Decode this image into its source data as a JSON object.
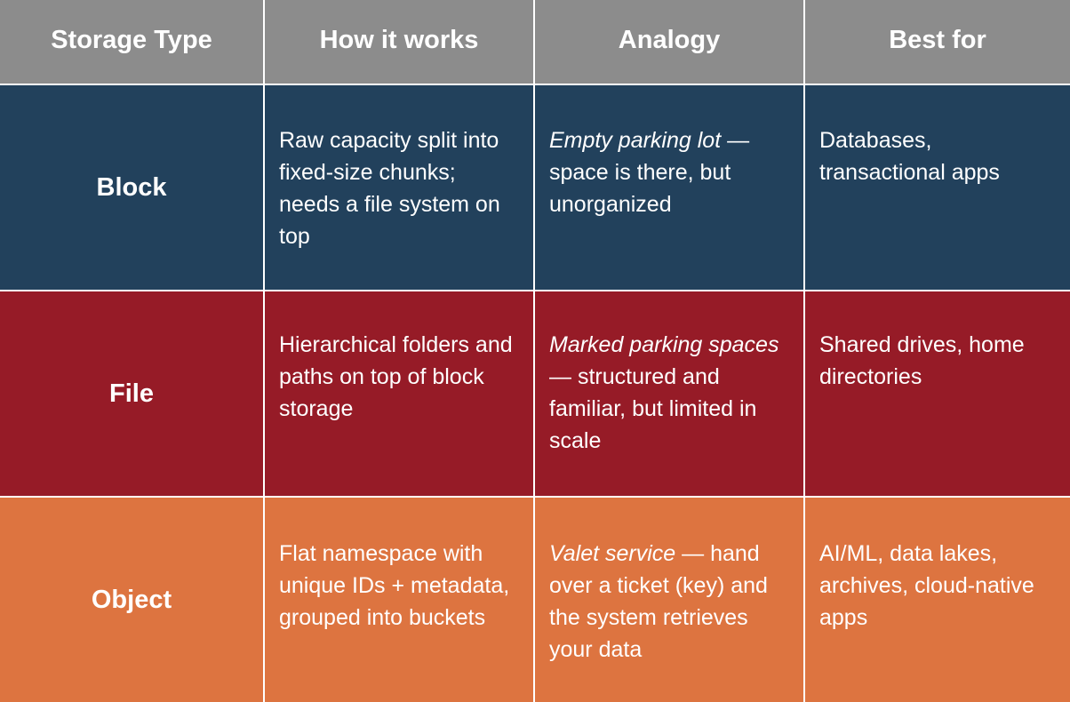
{
  "headers": [
    "Storage Type",
    "How it works",
    "Analogy",
    "Best for"
  ],
  "rows": [
    {
      "type": "Block",
      "how": "Raw capacity split into fixed-size chunks; needs a file system on top",
      "analogy_italic": "Empty parking lot",
      "analogy_rest": " — space is there, but unorganized",
      "best": "Databases, transactional apps",
      "color": "#22415c"
    },
    {
      "type": "File",
      "how": "Hierarchical folders and paths on top of block storage",
      "analogy_italic": "Marked parking spaces",
      "analogy_rest": " — structured and familiar, but limited in scale",
      "best": "Shared drives, home directories",
      "color": "#961b27"
    },
    {
      "type": "Object",
      "how": "Flat namespace with unique IDs + metadata, grouped into buckets",
      "analogy_italic": "Valet service",
      "analogy_rest": " — hand over a ticket (key) and the system retrieves your data",
      "best": "AI/ML, data lakes, archives, cloud-native apps",
      "color": "#dd7440"
    }
  ],
  "header_color": "#8c8c8c"
}
